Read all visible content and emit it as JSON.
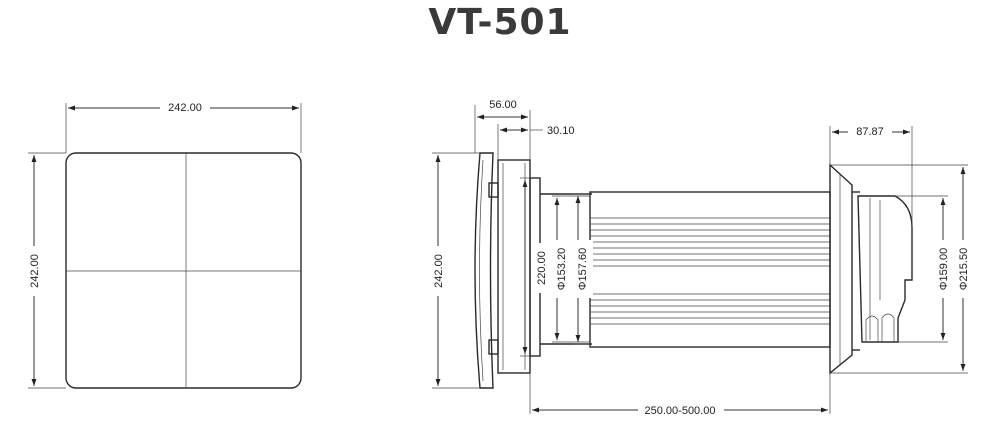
{
  "title": "VT-501",
  "front_view": {
    "width": "242.00",
    "height": "242.00"
  },
  "side_view": {
    "panel_depth": "56.00",
    "frame_depth": "30.10",
    "panel_height": "242.00",
    "inner_height": "220.00",
    "diameter_inner": "Φ153.20",
    "diameter_outer": "Φ157.60",
    "tube_length": "250.00-500.00",
    "hood_depth": "87.87",
    "hood_diameter": "Φ159.00",
    "flange_diameter": "Φ215.50"
  }
}
